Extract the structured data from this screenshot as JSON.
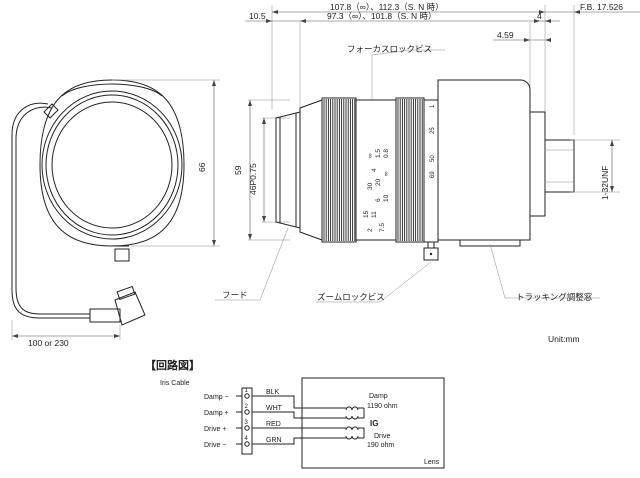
{
  "dimensions": {
    "total_length": "107.8（∞）、112.3（S. N 時）",
    "fb": "F.B. 17.526",
    "hood_offset": "10.5",
    "body_length": "97.3（∞）、101.8（S. N 時）",
    "rear_step": "4",
    "mount_depth": "4.59",
    "height_66": "66",
    "dia_59": "59",
    "filter_thread": "46P0.75",
    "mount_thread": "1-32UNF",
    "cable_length": "100 or 230"
  },
  "labels": {
    "focus_lock": "フォーカスロックビス",
    "hood": "フード",
    "zoom_lock": "ズームロックビス",
    "tracking_window": "トラッキング調整窓",
    "unit": "Unit:mm"
  },
  "ring_scale": {
    "focus_marks": [
      "∞",
      "1.5",
      "0.8"
    ],
    "zoom_marks": [
      "15",
      "11",
      "7.5",
      "2",
      "6",
      "10",
      "30",
      "20",
      "∞",
      "4"
    ],
    "zoom_rear_marks": [
      "1",
      "25",
      "50",
      "69"
    ]
  },
  "circuit": {
    "title": "【回路図】",
    "cable_label": "Iris Cable",
    "pins": [
      {
        "num": "1",
        "side": "Damp  −",
        "color": "BLK"
      },
      {
        "num": "2",
        "side": "Damp  +",
        "color": "WHT"
      },
      {
        "num": "3",
        "side": "Drive  +",
        "color": "RED"
      },
      {
        "num": "4",
        "side": "Drive  −",
        "color": "GRN"
      }
    ],
    "damp_label": "Damp",
    "damp_ohm": "1190 ohm",
    "ig_label": "IG",
    "drive_label": "Drive",
    "drive_ohm": "190 ohm",
    "lens_label": "Lens"
  }
}
